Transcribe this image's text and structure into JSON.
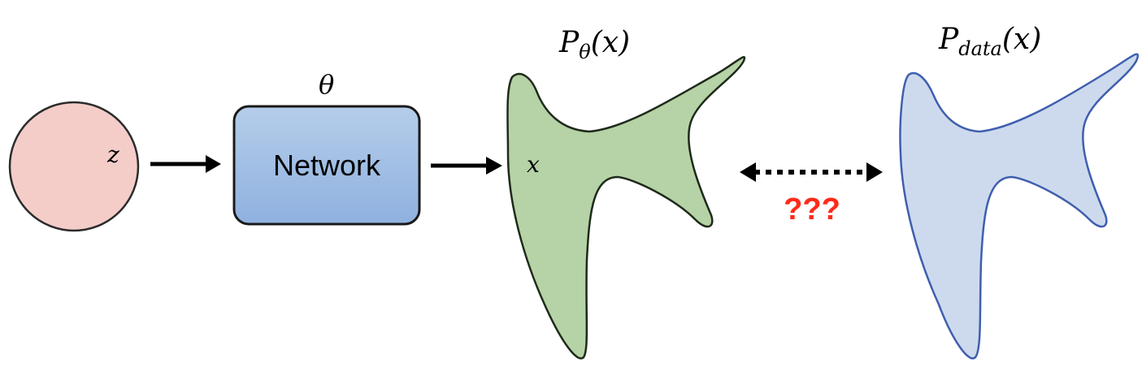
{
  "latent": {
    "label": "z",
    "fill_color": "#f4cdc9",
    "stroke_color": "#2b2b2b"
  },
  "network": {
    "label": "Network",
    "param_label": "θ",
    "fill_top_color": "#b5cdea",
    "fill_bottom_color": "#8fb1df",
    "stroke_color": "#1a1a1a"
  },
  "model_dist": {
    "title_base": "P",
    "title_subscript": "θ",
    "title_argument": "(x)",
    "sample_label": "x",
    "fill_color": "#b5d3a6",
    "stroke_color": "#1f2a1a"
  },
  "data_dist": {
    "title_base": "P",
    "title_subscript": "data",
    "title_argument": "(x)",
    "fill_color": "#cddaee",
    "stroke_color": "#3f5fae"
  },
  "comparison": {
    "label": "???",
    "label_color": "#ff2a1a"
  },
  "arrows": {
    "color": "#000000"
  }
}
